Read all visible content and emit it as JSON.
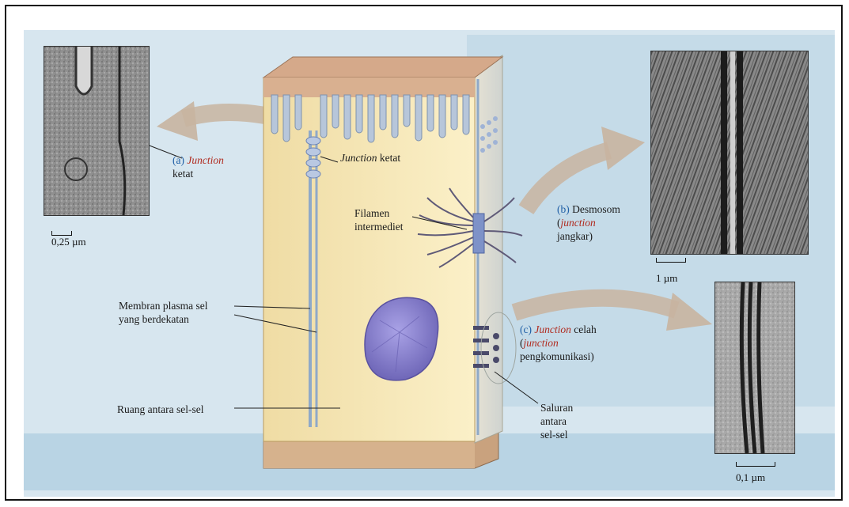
{
  "labels": {
    "a_tag": "(a)",
    "a_italic": "Junction",
    "a_rest": "ketat",
    "junction_ketat_italic": "Junction",
    "junction_ketat_rest": "ketat",
    "filamen_line1": "Filamen",
    "filamen_line2": "intermediet",
    "b_tag": "(b)",
    "b_word": "Desmosom",
    "b_open": "(",
    "b_italic": "junction",
    "b_line3": "jangkar)",
    "membran_line1": "Membran plasma sel",
    "membran_line2": "yang berdekatan",
    "c_tag": "(c)",
    "c_italic": "Junction",
    "c_rest": "celah",
    "c_open": "(",
    "c_italic2": "junction",
    "c_line3": "pengkomunikasi)",
    "ruang": "Ruang antara sel-sel",
    "saluran_line1": "Saluran",
    "saluran_line2": "antara",
    "saluran_line3": "sel-sel"
  },
  "scale_bars": {
    "a": "0,25 µm",
    "b": "1 µm",
    "c": "0,1 µm"
  },
  "colors": {
    "cell": "#f7e8b4",
    "cell_edge": "#c9a96a",
    "membrane": "#8fa9c8",
    "nucleus": "#8c83cf",
    "top": "#d2a483",
    "arrow": "#c8b4a0",
    "accent_red": "#b02a1e",
    "accent_blue": "#1f5fa6"
  }
}
